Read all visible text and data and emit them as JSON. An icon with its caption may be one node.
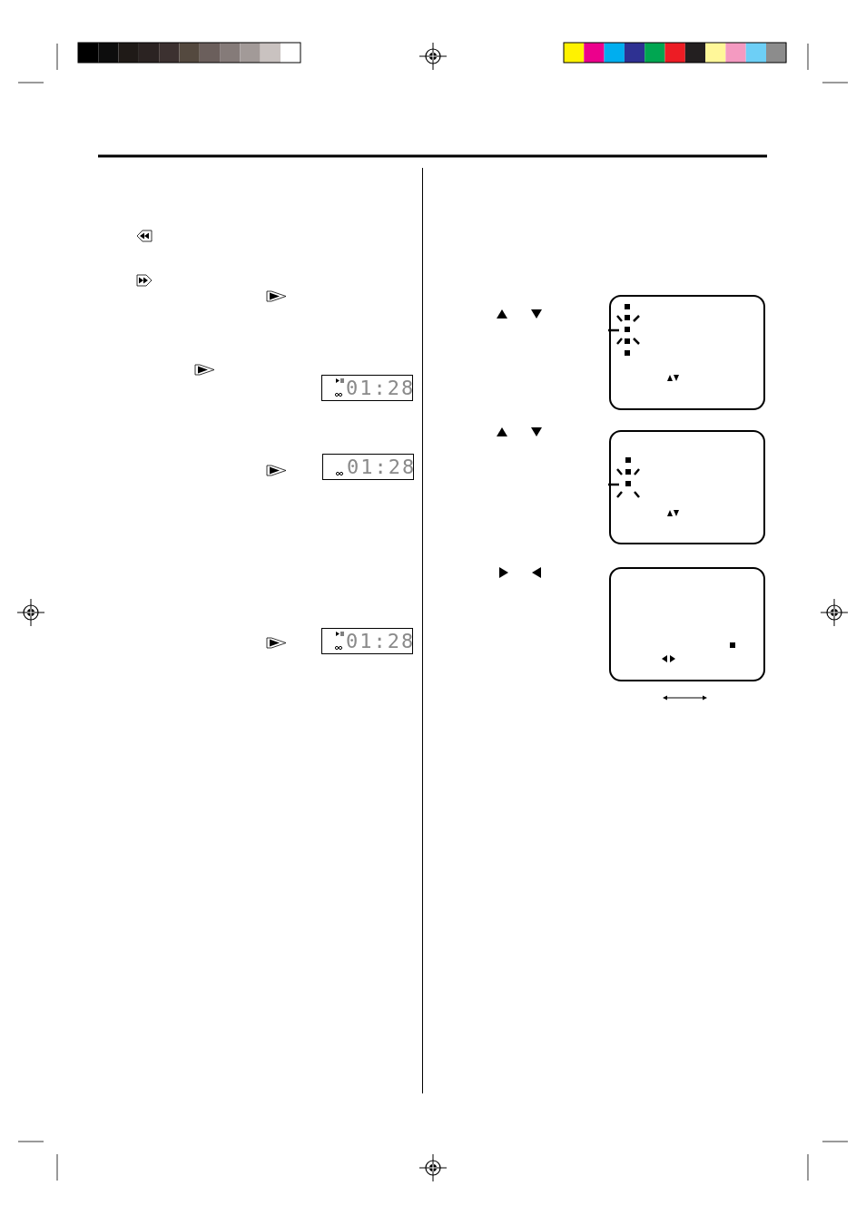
{
  "diagram": {
    "labels": [
      "01:28",
      "01:28",
      "01:28"
    ]
  }
}
